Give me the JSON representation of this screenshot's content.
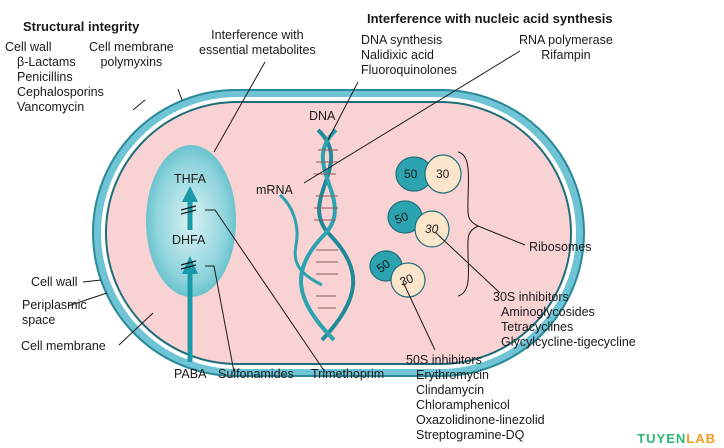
{
  "headings": {
    "structural": "Structural integrity",
    "nucleic": "Interference with nucleic acid synthesis"
  },
  "cell_wall_drugs": [
    "Cell wall",
    "β-Lactams",
    "Penicillins",
    "Cephalosporins",
    "Vancomycin"
  ],
  "cell_membrane_drugs": [
    "Cell membrane",
    "polymyxins"
  ],
  "metabolites": [
    "Interference with",
    "essential metabolites"
  ],
  "dna_synthesis": [
    "DNA synthesis",
    "Nalidixic acid",
    "Fluoroquinolones"
  ],
  "rna_polymerase": [
    "RNA polymerase",
    "Rifampin"
  ],
  "labels": {
    "dna": "DNA",
    "mrna": "mRNA",
    "thfa": "THFA",
    "dhfa": "DHFA",
    "ribosomes": "Ribosomes",
    "cell_wall": "Cell wall",
    "periplasmic": [
      "Periplasmic",
      "space"
    ],
    "cell_membrane": "Cell membrane",
    "paba": "PABA",
    "sulfonamides": "Sulfonamides",
    "trimethoprim": "Trimethoprim",
    "ribo_50": "50",
    "ribo_30": "30"
  },
  "inhibitors_30s": [
    "30S inhibitors",
    "Aminoglycosides",
    "Tetracyclines",
    "Glycylcycline-tigecycline"
  ],
  "inhibitors_50s": [
    "50S inhibitors",
    "Erythromycin",
    "Clindamycin",
    "Chloramphenicol",
    "Oxazolidinone-linezolid",
    "Streptogramine-DQ"
  ],
  "watermark": [
    "TUYEN",
    "LAB"
  ],
  "colors": {
    "wall": "#6ec3d4",
    "wall_dark": "#2a8a99",
    "cytoplasm": "#f9d3d3",
    "vesicle": "#8fd4dc",
    "teal": "#1a9aa8",
    "subunit_30": "#fbe6cc",
    "subunit_50": "#2ba3b0"
  }
}
